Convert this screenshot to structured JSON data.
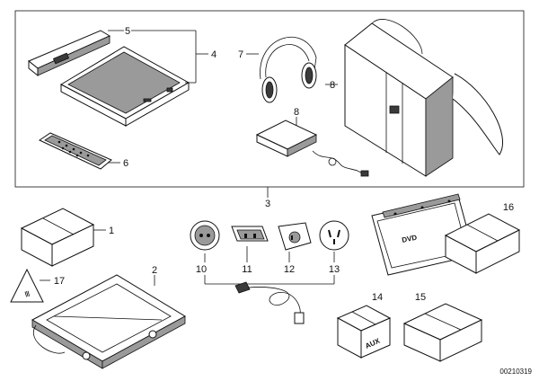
{
  "callouts": {
    "c1": "1",
    "c2": "2",
    "c3": "3",
    "c4": "4",
    "c5": "5",
    "c6": "6",
    "c7": "7",
    "c8a": "8",
    "c8b": "8",
    "c10": "10",
    "c11": "11",
    "c12": "12",
    "c13": "13",
    "c14": "14",
    "c15": "15",
    "c16": "16",
    "c17": "17"
  },
  "markings": {
    "dvd": "DVD",
    "aux": "AUX"
  },
  "footer": {
    "diagram_number": "00210319"
  }
}
